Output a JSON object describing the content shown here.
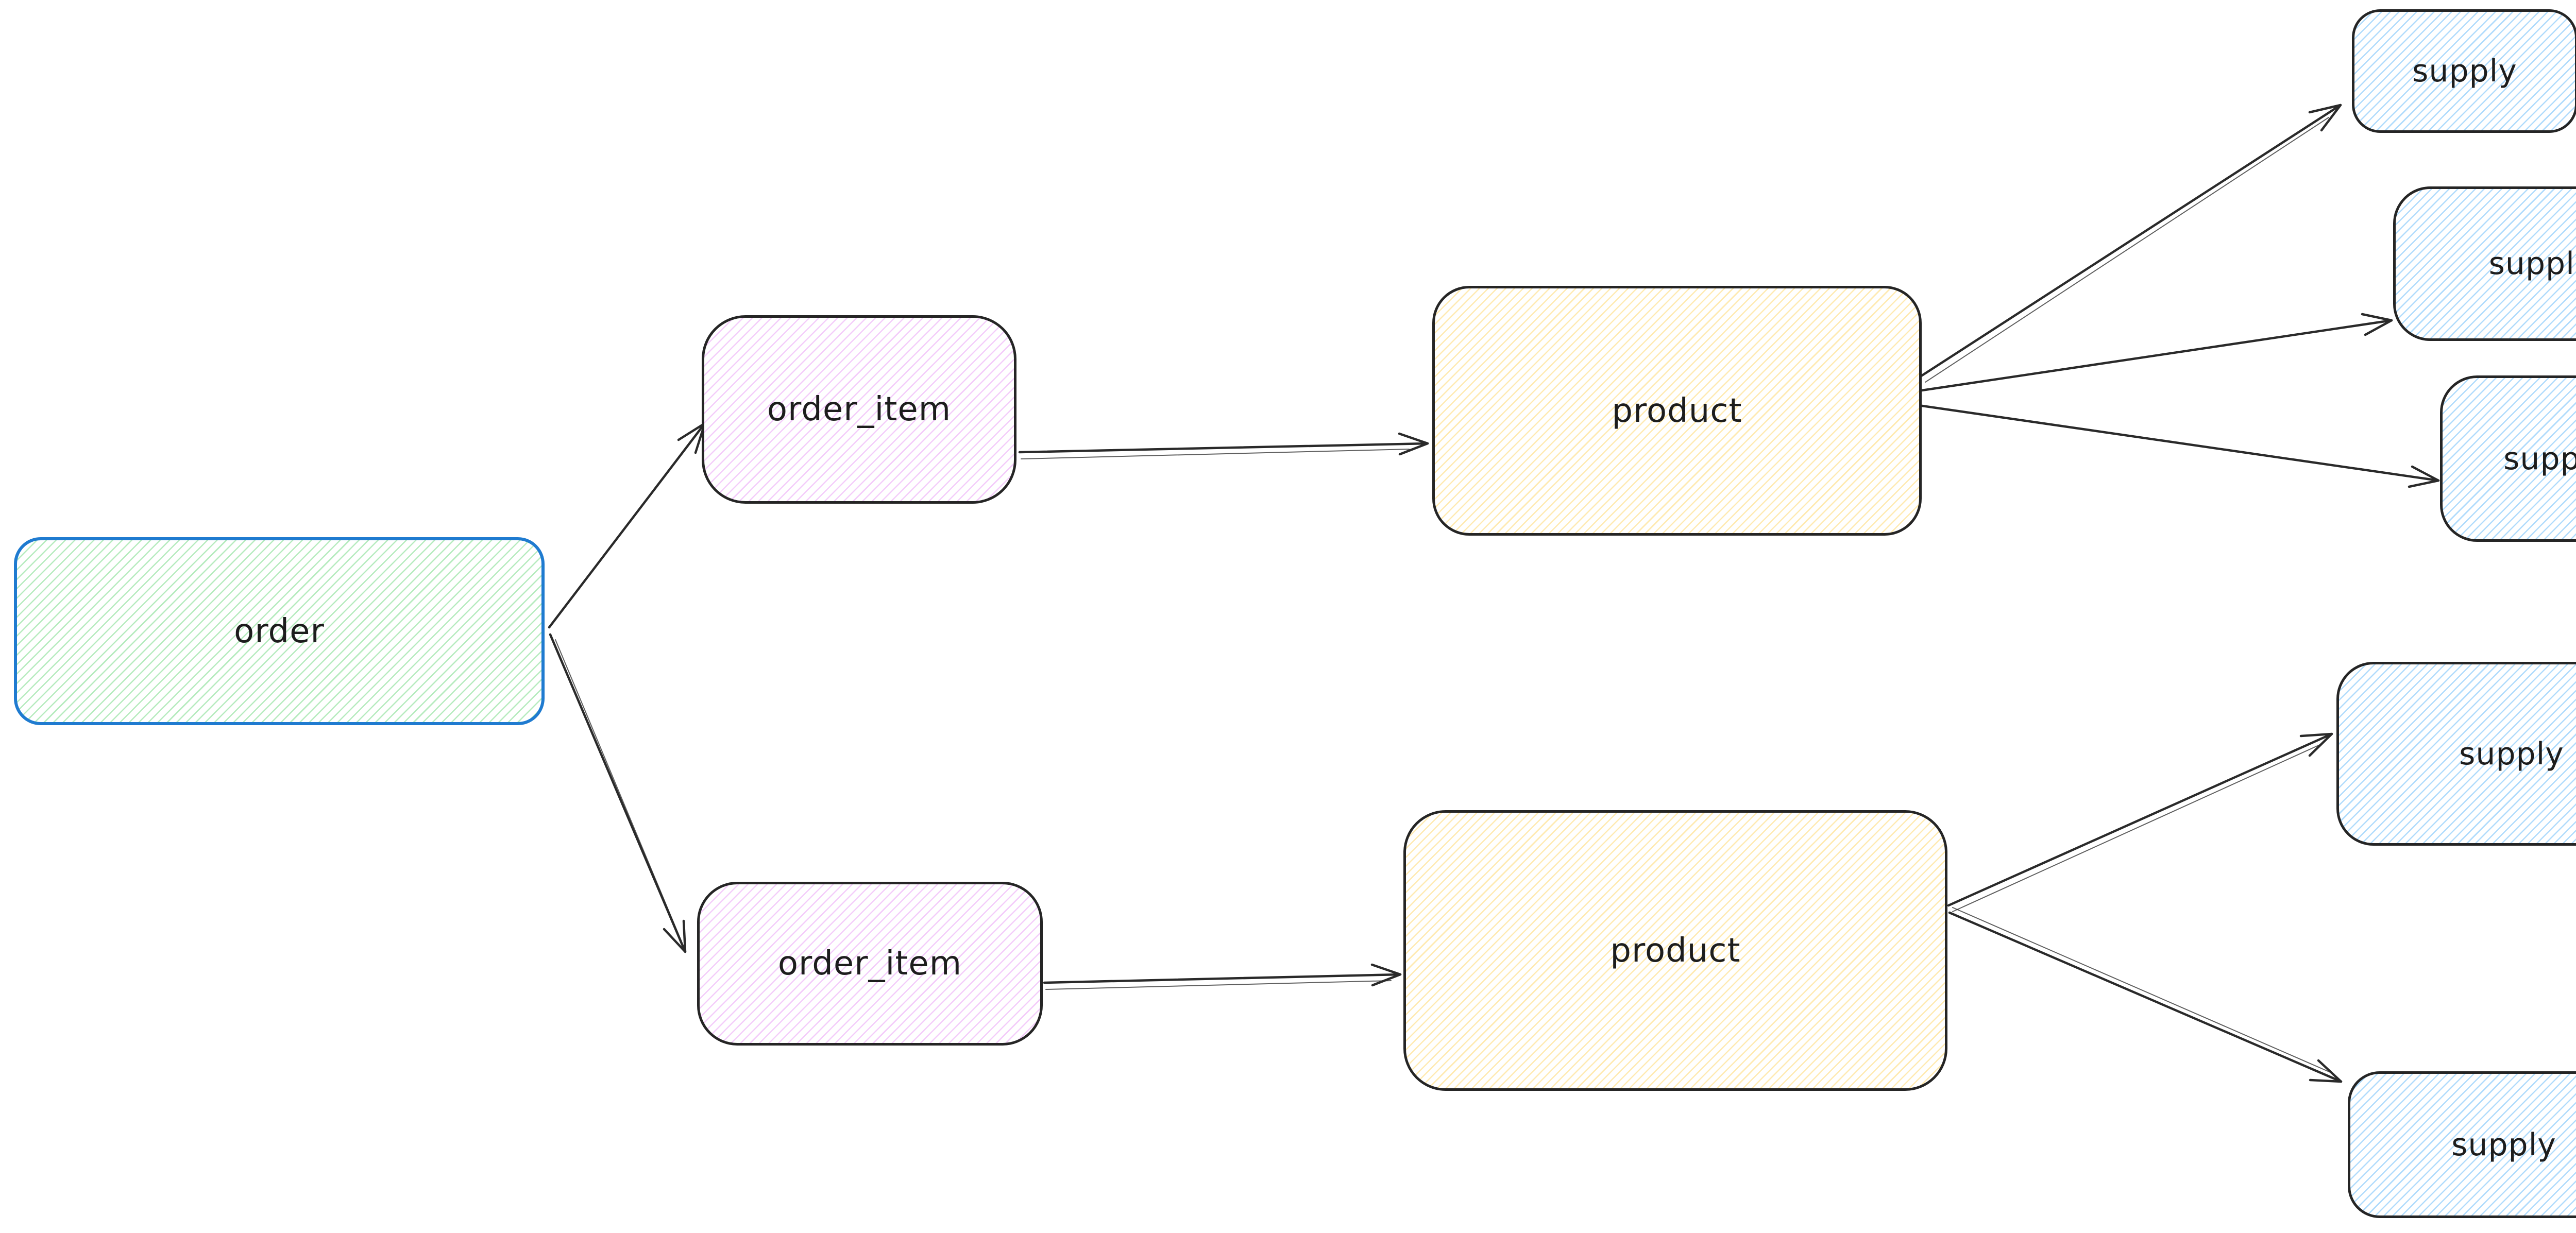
{
  "diagram": {
    "background": "#ffffff",
    "palette": {
      "stroke": "#252525",
      "text": "#1d1d1d",
      "order_border": "#1f7bd0",
      "green_hatch": "#79db89",
      "violet_hatch": "#e89bf6",
      "yellow_hatch": "#ffd052",
      "blue_hatch": "#6ebefa"
    },
    "nodes": {
      "order": {
        "label": "order",
        "color": "green"
      },
      "order_item_1": {
        "label": "order_item",
        "color": "violet"
      },
      "order_item_2": {
        "label": "order_item",
        "color": "violet"
      },
      "product_1": {
        "label": "product",
        "color": "yellow"
      },
      "product_2": {
        "label": "product",
        "color": "yellow"
      },
      "supply_1": {
        "label": "supply",
        "color": "blue"
      },
      "supply_2": {
        "label": "supply",
        "color": "blue"
      },
      "supply_3": {
        "label": "supply",
        "color": "blue"
      },
      "supply_4": {
        "label": "supply",
        "color": "blue"
      },
      "supply_5": {
        "label": "supply",
        "color": "blue"
      }
    },
    "edges": [
      {
        "from": "order",
        "to": "order_item_1"
      },
      {
        "from": "order",
        "to": "order_item_2"
      },
      {
        "from": "order_item_1",
        "to": "product_1"
      },
      {
        "from": "order_item_2",
        "to": "product_2"
      },
      {
        "from": "product_1",
        "to": "supply_1"
      },
      {
        "from": "product_1",
        "to": "supply_2"
      },
      {
        "from": "product_1",
        "to": "supply_3"
      },
      {
        "from": "product_2",
        "to": "supply_4"
      },
      {
        "from": "product_2",
        "to": "supply_5"
      }
    ]
  }
}
